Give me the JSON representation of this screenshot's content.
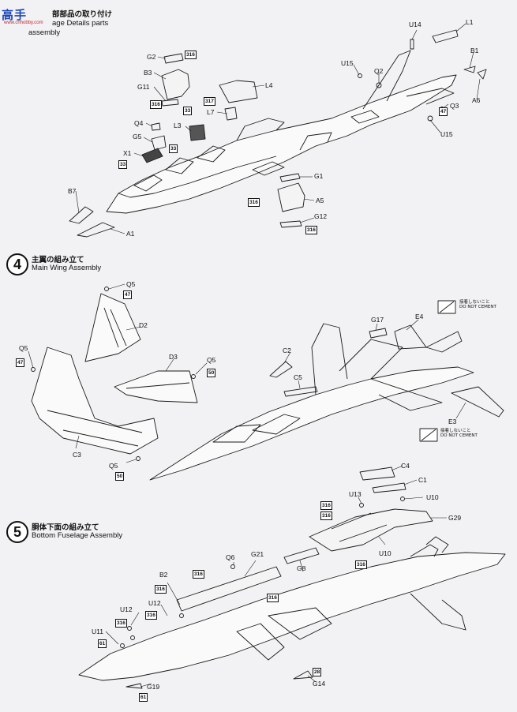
{
  "watermark": {
    "main": "高手",
    "sub": "www.cnhobby.com"
  },
  "step3": {
    "title_jp": "部部品の取り付け",
    "title_en_line1": "age Details parts",
    "title_en_line2": "assembly"
  },
  "step4": {
    "number": "4",
    "title_jp": "主翼の組み立て",
    "title_en": "Main Wing Assembly"
  },
  "step5": {
    "number": "5",
    "title_jp": "胴体下面の組み立て",
    "title_en": "Bottom Fuselage Assembly"
  },
  "note_top": {
    "jp": "接着しないこと",
    "en": "DO NOT CEMENT"
  },
  "note_bottom": {
    "jp": "接着しないこと",
    "en": "DO NOT CEMENT"
  },
  "labels": {
    "U14": "U14",
    "L1": "L1",
    "G2": "G2",
    "B3": "B3",
    "G11": "G11",
    "U15a": "U15",
    "Q2": "Q2",
    "B1": "B1",
    "L4": "L4",
    "L7": "L7",
    "Q3": "Q3",
    "A6": "A6",
    "Q4": "Q4",
    "L3": "L3",
    "G5": "G5",
    "U15b": "U15",
    "X1": "X1",
    "G1": "G1",
    "B7": "B7",
    "A5": "A5",
    "G12": "G12",
    "A1": "A1",
    "Q5a": "Q5",
    "D2": "D2",
    "Q5b": "Q5",
    "D3": "D3",
    "Q5c": "Q5",
    "G17": "G17",
    "E4": "E4",
    "C2": "C2",
    "C5": "C5",
    "E3": "E3",
    "C3": "C3",
    "Q5d": "Q5",
    "C4": "C4",
    "C1": "C1",
    "U13": "U13",
    "U10a": "U10",
    "G29": "G29",
    "U10b": "U10",
    "Q6": "Q6",
    "G21": "G21",
    "B2": "B2",
    "G8": "G8",
    "U12a": "U12",
    "U12b": "U12",
    "U11": "U11",
    "G19": "G19",
    "G14": "G14"
  },
  "paint_codes": {
    "c316a": "316",
    "c316b": "316",
    "c317": "317",
    "c33a": "33",
    "c33b": "33",
    "c33c": "33",
    "c47a": "47",
    "c316c": "316",
    "c316d": "316",
    "c47b": "47",
    "c47c": "47",
    "c50a": "50",
    "c50b": "50",
    "c316e": "316",
    "c316f": "316",
    "c316g": "316",
    "c316h": "316",
    "c316i": "316",
    "c316j": "316",
    "c316k": "316",
    "c61a": "61",
    "c61b": "61",
    "c28": "28",
    "c316l": "316"
  }
}
